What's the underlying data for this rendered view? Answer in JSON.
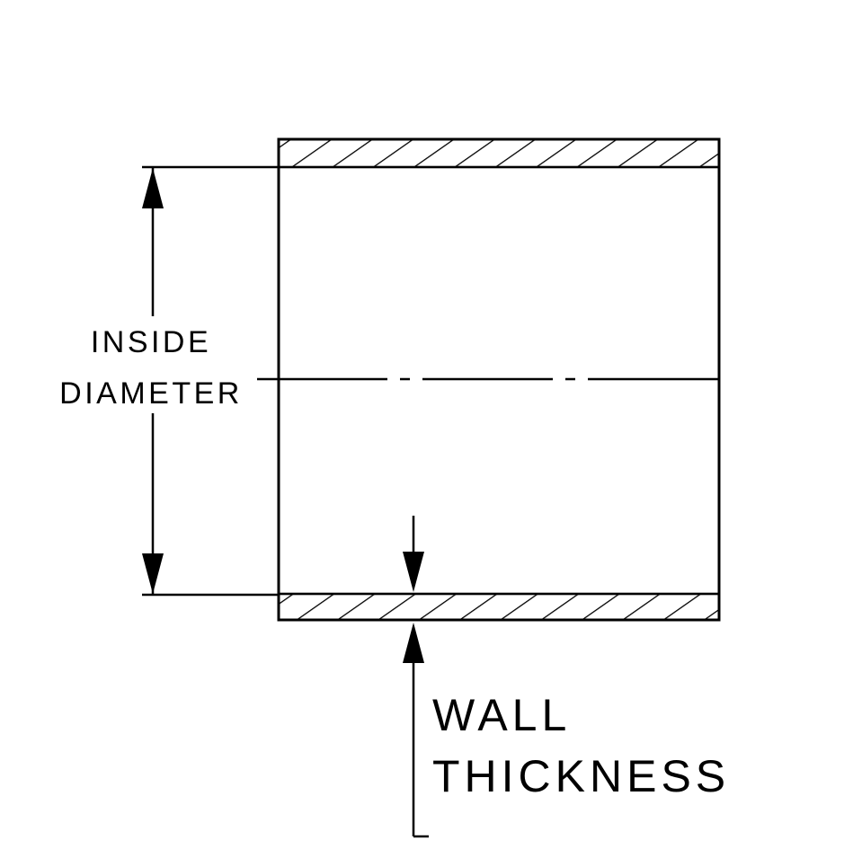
{
  "diagram": {
    "type": "technical-cross-section",
    "subject": "tube-wall-cross-section",
    "labels": {
      "inside_diameter_line1": "INSIDE",
      "inside_diameter_line2": "DIAMETER",
      "wall_thickness_line1": "WALL",
      "wall_thickness_line2": "THICKNESS"
    },
    "colors": {
      "line": "#000000",
      "background": "#ffffff"
    }
  }
}
